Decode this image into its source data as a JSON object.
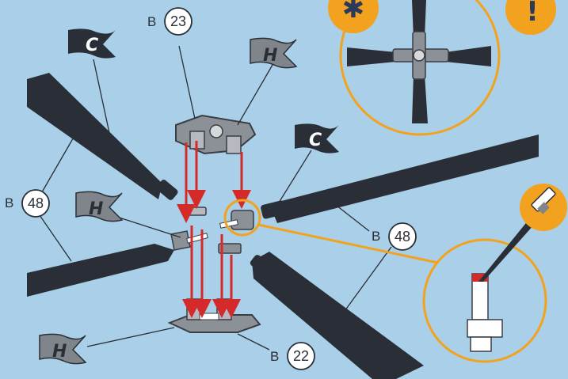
{
  "flags": {
    "c_top_left": "C",
    "h_top": "H",
    "c_right": "C",
    "h_left": "H",
    "h_bottom_left": "H"
  },
  "callouts": {
    "b23": {
      "prefix": "B",
      "number": "23"
    },
    "b48_left": {
      "prefix": "B",
      "number": "48"
    },
    "b48_right": {
      "prefix": "B",
      "number": "48"
    },
    "b22": {
      "prefix": "B",
      "number": "22"
    }
  },
  "icons": {
    "top_left": {
      "name": "asterisk-icon",
      "glyph": "✱"
    },
    "top_right": {
      "name": "exclamation-icon",
      "glyph": "!"
    },
    "knife": {
      "name": "hobby-knife-icon"
    }
  },
  "colors": {
    "background": "#a9d0e8",
    "blade": "#2a2e36",
    "arrow": "#d42a2a",
    "highlight": "#f2a21e",
    "flag_dark": "#2a2e36",
    "flag_light": "#80858c"
  }
}
